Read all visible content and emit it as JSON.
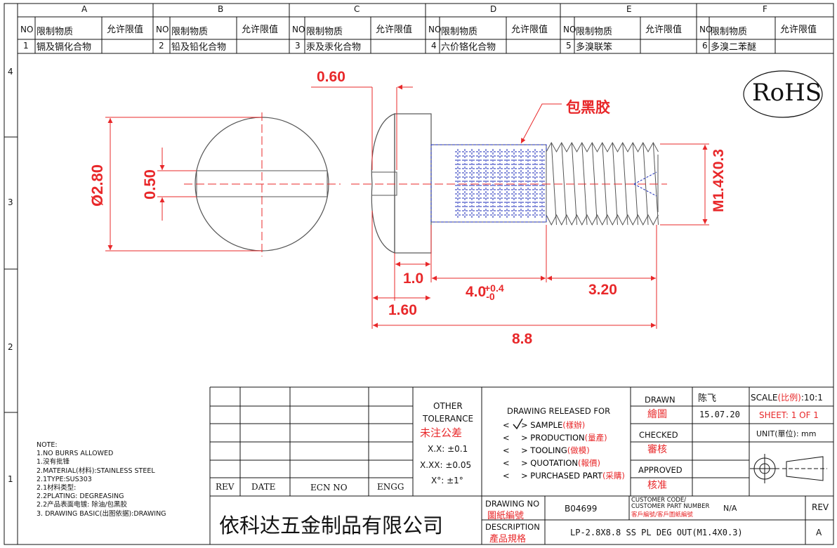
{
  "zones": {
    "columns": [
      "A",
      "B",
      "C",
      "D",
      "E",
      "F"
    ],
    "rows": [
      "4",
      "3",
      "2",
      "1"
    ]
  },
  "restricted": {
    "col_no": "NO",
    "col_sub": "限制物质",
    "col_lim": "允许限值",
    "items": [
      {
        "no": "1",
        "name": "镉及镉化合物"
      },
      {
        "no": "2",
        "name": "铅及铅化合物"
      },
      {
        "no": "3",
        "name": "汞及汞化合物"
      },
      {
        "no": "4",
        "name": "六价铬化合物"
      },
      {
        "no": "5",
        "name": "多溴联笨"
      },
      {
        "no": "6",
        "name": "多溴二苯醚"
      }
    ]
  },
  "rohs": "RoHS",
  "drawing": {
    "dims": {
      "head_dia": "Ø2.80",
      "slot_width": "0.50",
      "slot_depth": "0.60",
      "thread": "M1.4X0.3",
      "shoulder": "1.0",
      "head_len": "1.60",
      "body_len": "4.0",
      "tol_plus": "+0.4",
      "tol_minus": "-0",
      "thread_len": "3.20",
      "total_len": "8.8"
    },
    "callout": "包黑胶"
  },
  "notes": {
    "title": "NOTE:",
    "lines": [
      "1.NO BURRS ALLOWED",
      "1.没有批锋",
      "2.MATERIAL(材料):STAINLESS STEEL",
      "2.1TYPE:SUS303",
      "2.1材料类型:",
      "2.2PLATING: DEGREASING",
      "2.2产品表面电镀: 除油/包黑胶",
      "3. DRAWING BASIC(出图依据):DRAWING"
    ]
  },
  "title_block": {
    "rev_hdr": "REV",
    "date_hdr": "DATE",
    "ecn_hdr": "ECN NO",
    "engg_hdr": "ENGG",
    "tol_title_1": "OTHER",
    "tol_title_2": "TOLERANCE",
    "tol_cn": "未注公差",
    "tol_x": "X.X: ±0.1",
    "tol_xx": "X.XX: ±0.05",
    "tol_deg": "X°: ±1°",
    "release_title": "DRAWING RELEASED FOR",
    "release_items": [
      {
        "label": "SAMPLE",
        "cn": "(樣辦)",
        "checked": true
      },
      {
        "label": "PRODUCTION",
        "cn": "(量產)",
        "checked": false
      },
      {
        "label": "TOOLING",
        "cn": "(做模)",
        "checked": false
      },
      {
        "label": "QUOTATION",
        "cn": "(報價)",
        "checked": false
      },
      {
        "label": "PURCHASED PART",
        "cn": "(采購)",
        "checked": false
      }
    ],
    "drawn_en": "DRAWN",
    "drawn_cn": "繪圖",
    "drawn_by": "陈飞",
    "drawn_date": "15.07.20",
    "checked_en": "CHECKED",
    "checked_cn": "審核",
    "approved_en": "APPROVED",
    "approved_cn": "核准",
    "scale_label": "SCALE",
    "scale_cn": "(比例)",
    "scale_value": ":10:1",
    "sheet_label": "SHEET:",
    "sheet_value": "1 OF 1",
    "unit_label": "UNIT(單位):",
    "unit_value": "mm",
    "company": "依科达五金制品有限公司",
    "dwg_no_en": "DRAWING NO",
    "dwg_no_cn": "圖紙編號",
    "dwg_no": "B04699",
    "cust_en_1": "CUSTOMER CODE/",
    "cust_en_2": "CUSTOMER PART NUMBER",
    "cust_cn": "客戶編號/客戶圖紙編號",
    "cust_value": "N/A",
    "rev_label": "REV",
    "rev_value": "A",
    "desc_en": "DESCRIPTION",
    "desc_cn": "產品規格",
    "desc_value": "LP-2.8X8.8 SS PL DEG OUT(M1.4X0.3)"
  },
  "colors": {
    "dimension": "#e8282a",
    "line": "#111111",
    "hidden_blue": "#1a2ab8",
    "part": "#4a4a4a"
  }
}
